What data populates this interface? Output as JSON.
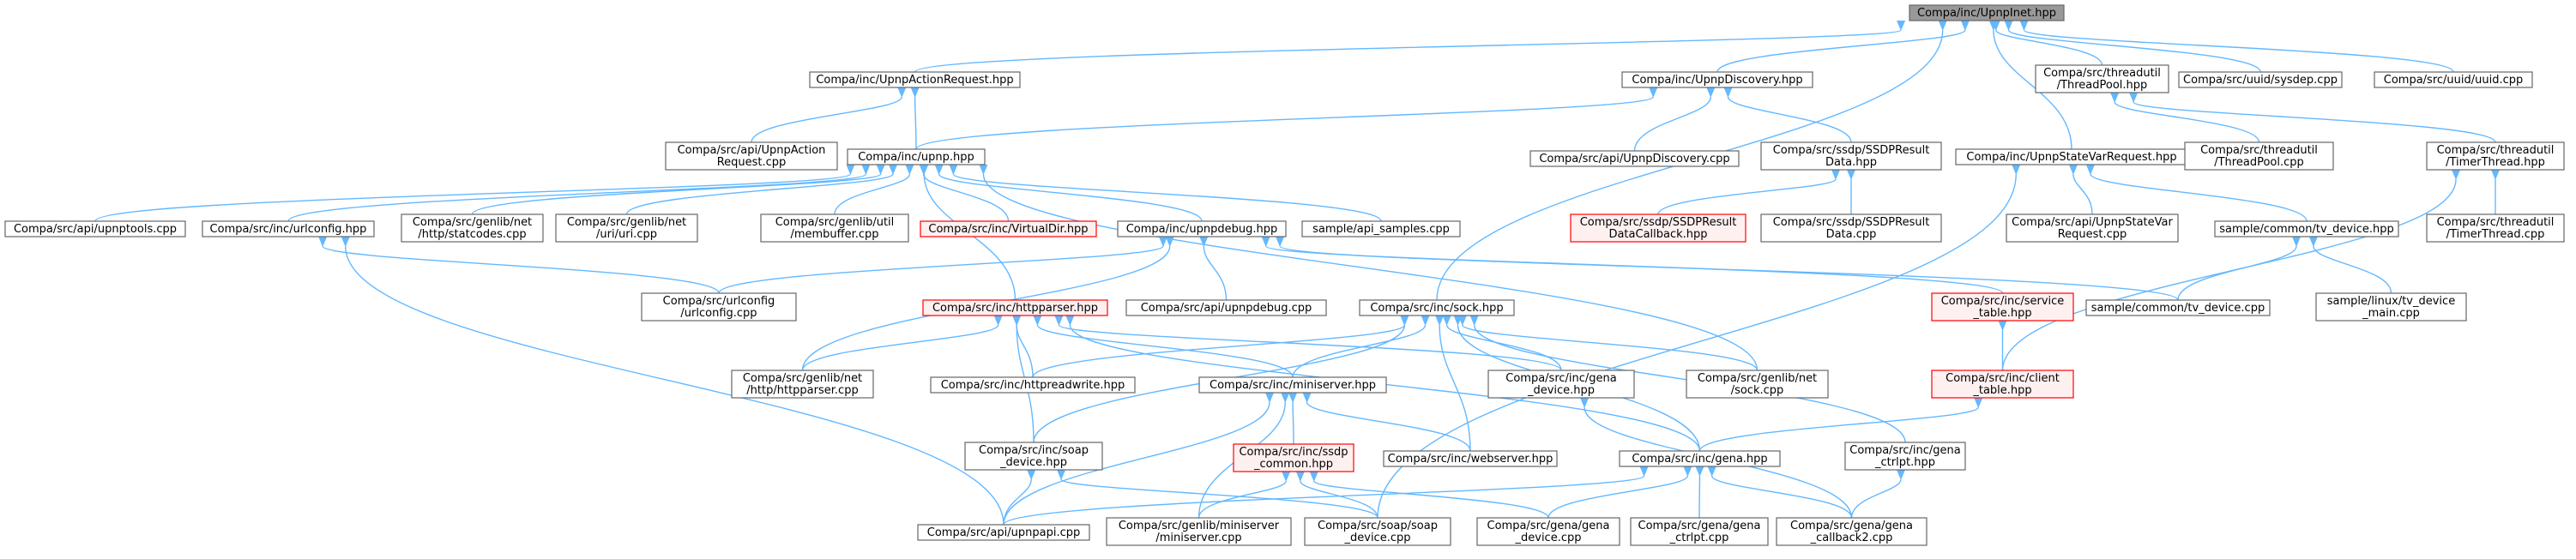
{
  "colors": {
    "edge": "#63b8ff",
    "node_border": "#666666",
    "node_fill": "#ffffff",
    "root_fill": "#999999",
    "root_border": "#666666",
    "error_border": "#ff0000",
    "error_fill": "#fff0f0"
  },
  "nodes": [
    {
      "id": "upnpinet",
      "lines": [
        "Compa/inc/UpnpInet.hpp"
      ],
      "kind": "root"
    },
    {
      "id": "actionreq_h",
      "lines": [
        "Compa/inc/UpnpActionRequest.hpp"
      ],
      "kind": "normal"
    },
    {
      "id": "discovery_h",
      "lines": [
        "Compa/inc/UpnpDiscovery.hpp"
      ],
      "kind": "normal"
    },
    {
      "id": "threadpool_h",
      "lines": [
        "Compa/src/threadutil",
        "/ThreadPool.hpp"
      ],
      "kind": "normal"
    },
    {
      "id": "sysdep",
      "lines": [
        "Compa/src/uuid/sysdep.cpp"
      ],
      "kind": "normal"
    },
    {
      "id": "uuid",
      "lines": [
        "Compa/src/uuid/uuid.cpp"
      ],
      "kind": "normal"
    },
    {
      "id": "api_actionreq",
      "lines": [
        "Compa/src/api/UpnpAction",
        "Request.cpp"
      ],
      "kind": "normal"
    },
    {
      "id": "upnp_h",
      "lines": [
        "Compa/inc/upnp.hpp"
      ],
      "kind": "normal"
    },
    {
      "id": "api_discovery",
      "lines": [
        "Compa/src/api/UpnpDiscovery.cpp"
      ],
      "kind": "normal"
    },
    {
      "id": "ssdpresult_h",
      "lines": [
        "Compa/src/ssdp/SSDPResult",
        "Data.hpp"
      ],
      "kind": "normal"
    },
    {
      "id": "statevarreq_h",
      "lines": [
        "Compa/inc/UpnpStateVarRequest.hpp"
      ],
      "kind": "normal"
    },
    {
      "id": "threadpool_cpp",
      "lines": [
        "Compa/src/threadutil",
        "/ThreadPool.cpp"
      ],
      "kind": "normal"
    },
    {
      "id": "timerthread_h",
      "lines": [
        "Compa/src/threadutil",
        "/TimerThread.hpp"
      ],
      "kind": "normal"
    },
    {
      "id": "upnptools",
      "lines": [
        "Compa/src/api/upnptools.cpp"
      ],
      "kind": "normal"
    },
    {
      "id": "urlconfig_h",
      "lines": [
        "Compa/src/inc/urlconfig.hpp"
      ],
      "kind": "normal"
    },
    {
      "id": "statcodes",
      "lines": [
        "Compa/src/genlib/net",
        "/http/statcodes.cpp"
      ],
      "kind": "normal"
    },
    {
      "id": "uri",
      "lines": [
        "Compa/src/genlib/net",
        "/uri/uri.cpp"
      ],
      "kind": "normal"
    },
    {
      "id": "membuffer",
      "lines": [
        "Compa/src/genlib/util",
        "/membuffer.cpp"
      ],
      "kind": "normal"
    },
    {
      "id": "virtualdir_h",
      "lines": [
        "Compa/src/inc/VirtualDir.hpp"
      ],
      "kind": "error"
    },
    {
      "id": "upnpdebug_h",
      "lines": [
        "Compa/inc/upnpdebug.hpp"
      ],
      "kind": "normal"
    },
    {
      "id": "api_samples",
      "lines": [
        "sample/api_samples.cpp"
      ],
      "kind": "normal"
    },
    {
      "id": "ssdpcb_h",
      "lines": [
        "Compa/src/ssdp/SSDPResult",
        "DataCallback.hpp"
      ],
      "kind": "error"
    },
    {
      "id": "ssdpresult_cpp",
      "lines": [
        "Compa/src/ssdp/SSDPResult",
        "Data.cpp"
      ],
      "kind": "normal"
    },
    {
      "id": "api_statevar",
      "lines": [
        "Compa/src/api/UpnpStateVar",
        "Request.cpp"
      ],
      "kind": "normal"
    },
    {
      "id": "tvdevice_h",
      "lines": [
        "sample/common/tv_device.hpp"
      ],
      "kind": "normal"
    },
    {
      "id": "timerthread_cpp",
      "lines": [
        "Compa/src/threadutil",
        "/TimerThread.cpp"
      ],
      "kind": "normal"
    },
    {
      "id": "urlconfig_cpp",
      "lines": [
        "Compa/src/urlconfig",
        "/urlconfig.cpp"
      ],
      "kind": "normal"
    },
    {
      "id": "httpparser_h",
      "lines": [
        "Compa/src/inc/httpparser.hpp"
      ],
      "kind": "error"
    },
    {
      "id": "api_upnpdebug",
      "lines": [
        "Compa/src/api/upnpdebug.cpp"
      ],
      "kind": "normal"
    },
    {
      "id": "sock_h",
      "lines": [
        "Compa/src/inc/sock.hpp"
      ],
      "kind": "normal"
    },
    {
      "id": "service_table_h",
      "lines": [
        "Compa/src/inc/service",
        "_table.hpp"
      ],
      "kind": "error"
    },
    {
      "id": "tvdevice_cpp",
      "lines": [
        "sample/common/tv_device.cpp"
      ],
      "kind": "normal"
    },
    {
      "id": "tvdevice_main",
      "lines": [
        "sample/linux/tv_device",
        "_main.cpp"
      ],
      "kind": "normal"
    },
    {
      "id": "httpparser_cpp",
      "lines": [
        "Compa/src/genlib/net",
        "/http/httpparser.cpp"
      ],
      "kind": "normal"
    },
    {
      "id": "httpreadwrite",
      "lines": [
        "Compa/src/inc/httpreadwrite.hpp"
      ],
      "kind": "normal"
    },
    {
      "id": "miniserver_h",
      "lines": [
        "Compa/src/inc/miniserver.hpp"
      ],
      "kind": "normal"
    },
    {
      "id": "gena_device_h",
      "lines": [
        "Compa/src/inc/gena",
        "_device.hpp"
      ],
      "kind": "normal"
    },
    {
      "id": "sock_cpp",
      "lines": [
        "Compa/src/genlib/net",
        "/sock.cpp"
      ],
      "kind": "normal"
    },
    {
      "id": "client_table_h",
      "lines": [
        "Compa/src/inc/client",
        "_table.hpp"
      ],
      "kind": "error"
    },
    {
      "id": "ssdp_common_h",
      "lines": [
        "Compa/src/inc/ssdp",
        "_common.hpp"
      ],
      "kind": "error"
    },
    {
      "id": "soap_device_h",
      "lines": [
        "Compa/src/inc/soap",
        "_device.hpp"
      ],
      "kind": "normal"
    },
    {
      "id": "webserver_h",
      "lines": [
        "Compa/src/inc/webserver.hpp"
      ],
      "kind": "normal"
    },
    {
      "id": "gena_h",
      "lines": [
        "Compa/src/inc/gena.hpp"
      ],
      "kind": "normal"
    },
    {
      "id": "gena_ctrlpt_h",
      "lines": [
        "Compa/src/inc/gena",
        "_ctrlpt.hpp"
      ],
      "kind": "normal"
    },
    {
      "id": "upnpapi",
      "lines": [
        "Compa/src/api/upnpapi.cpp"
      ],
      "kind": "normal"
    },
    {
      "id": "miniserver_cpp",
      "lines": [
        "Compa/src/genlib/miniserver",
        "/miniserver.cpp"
      ],
      "kind": "normal"
    },
    {
      "id": "soap_device_cpp",
      "lines": [
        "Compa/src/soap/soap",
        "_device.cpp"
      ],
      "kind": "normal"
    },
    {
      "id": "gena_device_cpp",
      "lines": [
        "Compa/src/gena/gena",
        "_device.cpp"
      ],
      "kind": "normal"
    },
    {
      "id": "gena_ctrlpt_cpp",
      "lines": [
        "Compa/src/gena/gena",
        "_ctrlpt.cpp"
      ],
      "kind": "normal"
    },
    {
      "id": "gena_callback2",
      "lines": [
        "Compa/src/gena/gena",
        "_callback2.cpp"
      ],
      "kind": "normal"
    }
  ]
}
